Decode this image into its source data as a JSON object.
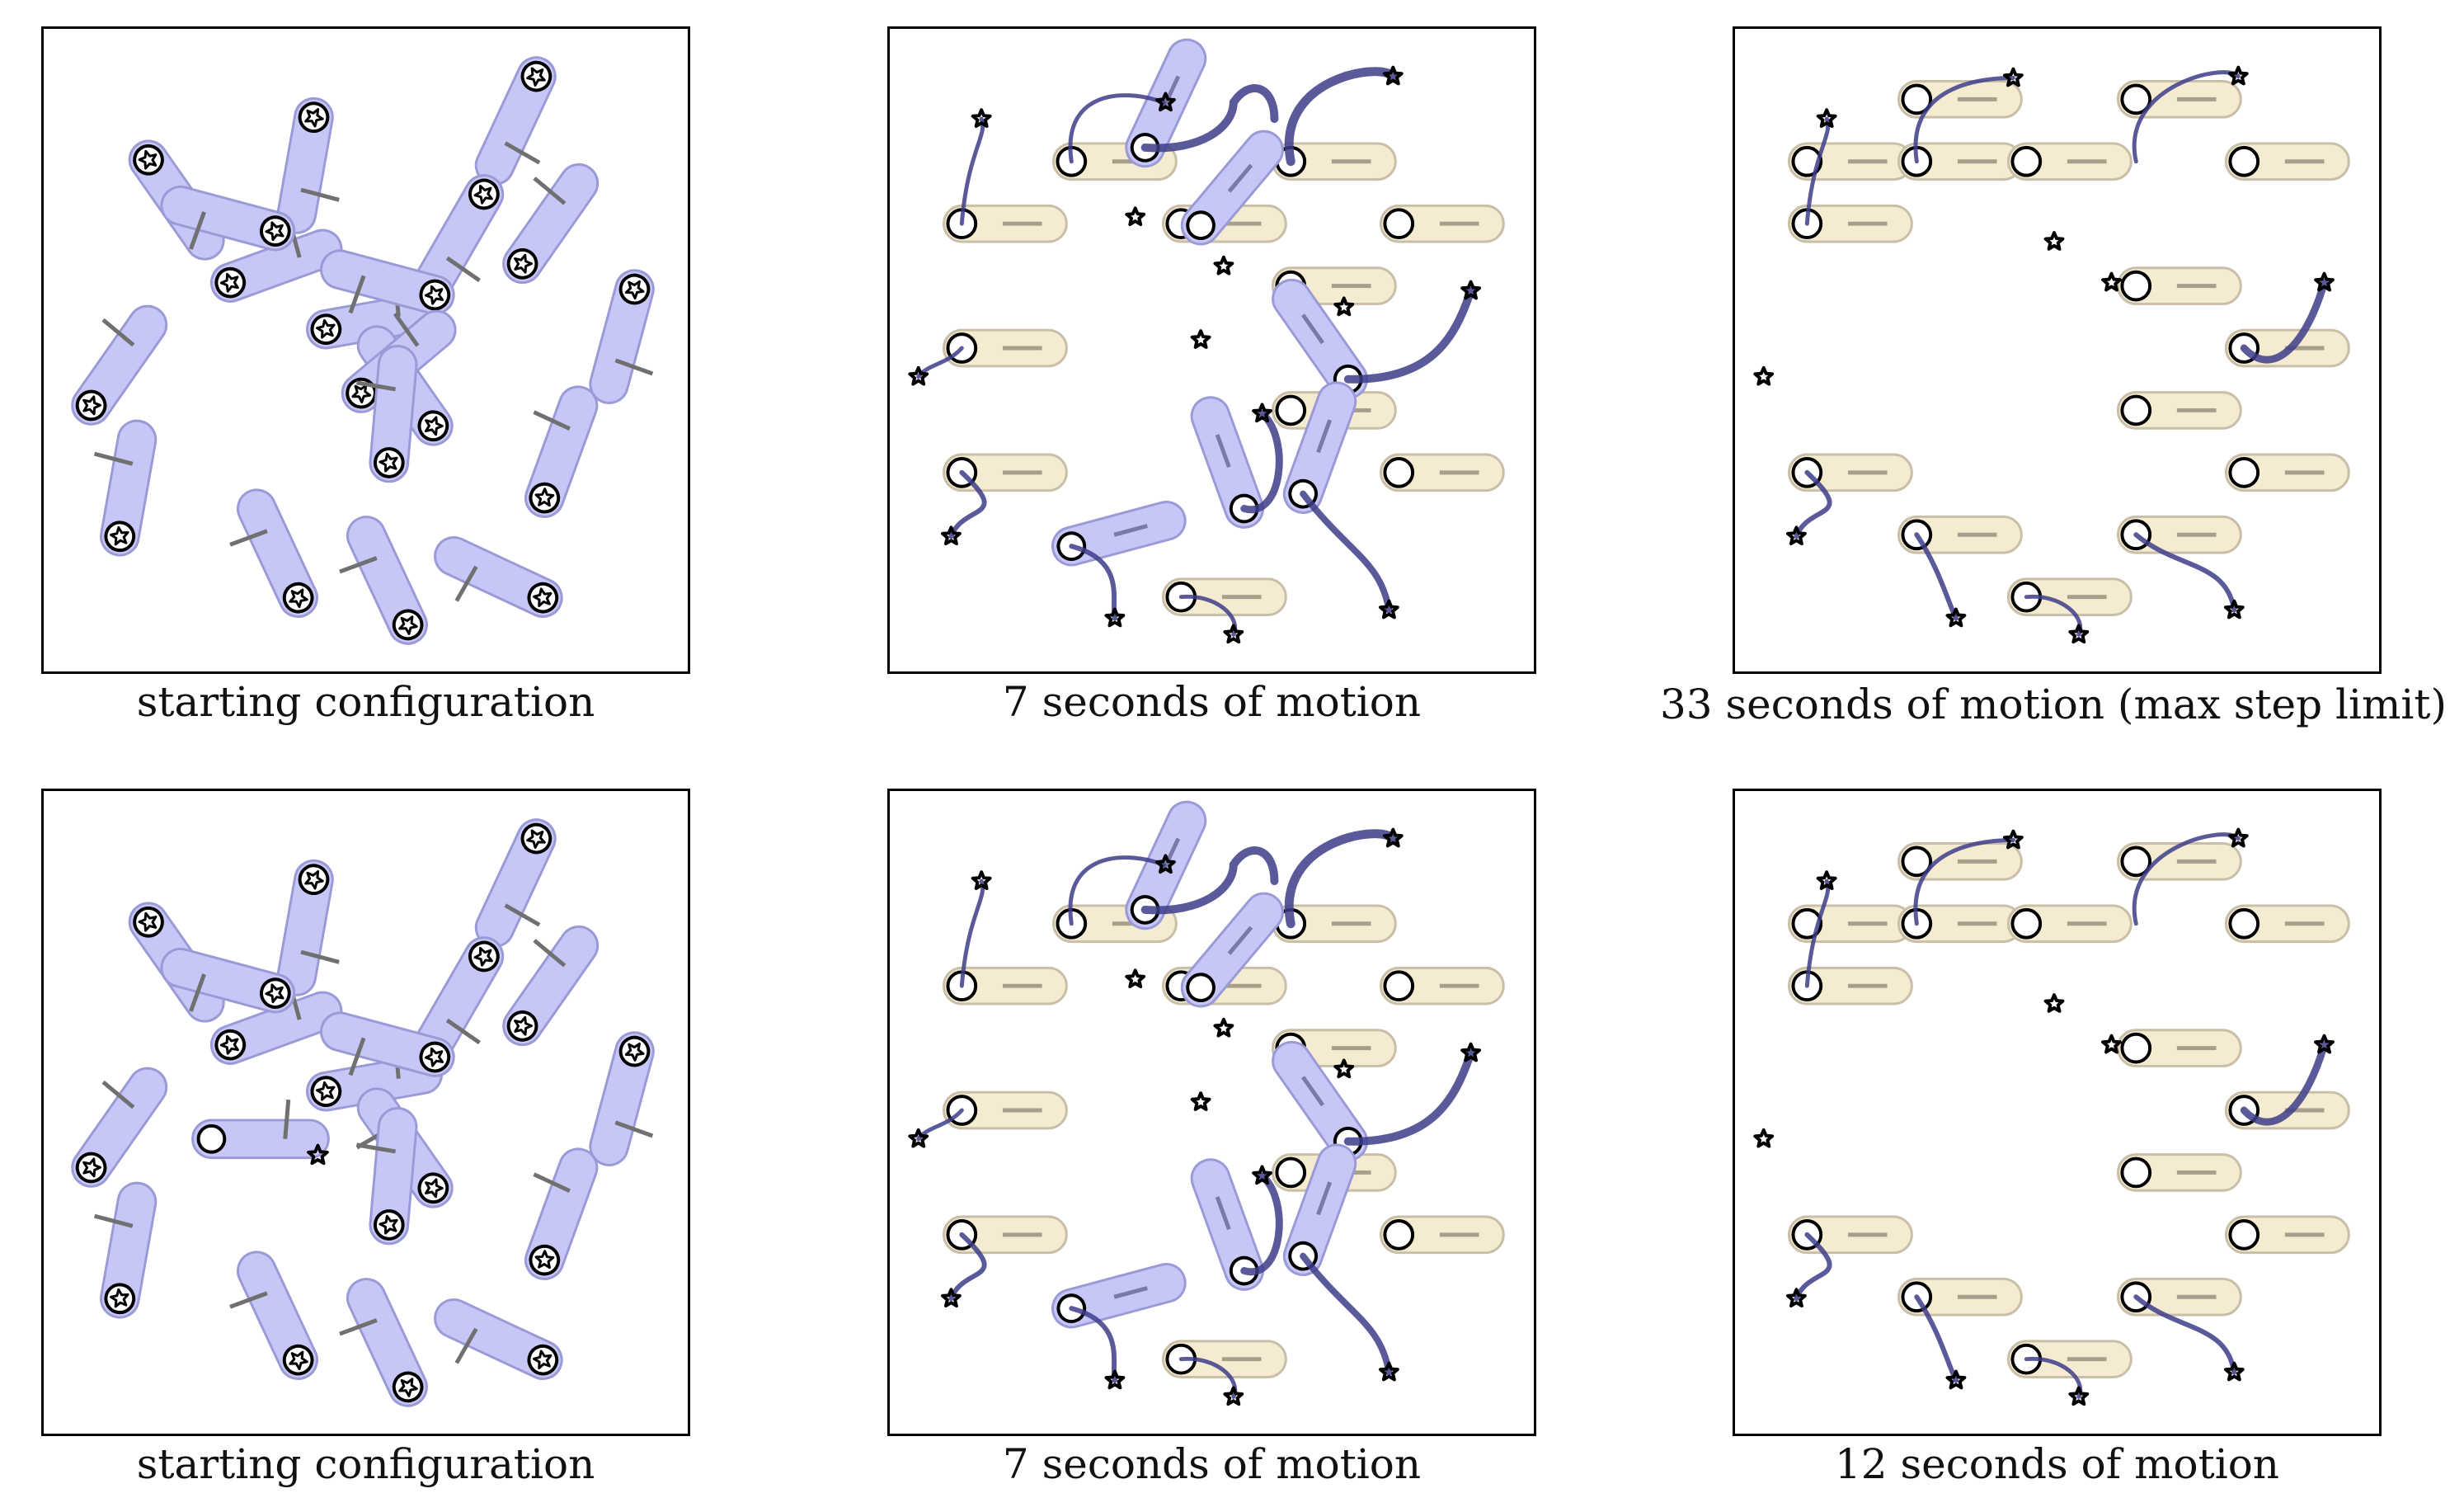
{
  "figure": {
    "rows": [
      {
        "panels": [
          {
            "caption": "starting configuration"
          },
          {
            "caption": "7 seconds of motion"
          },
          {
            "caption": "33 seconds of motion (max step limit)"
          }
        ]
      },
      {
        "panels": [
          {
            "caption": "starting configuration"
          },
          {
            "caption": "7 seconds of motion"
          },
          {
            "caption": "12 seconds of motion"
          }
        ]
      }
    ]
  },
  "colors": {
    "start_capsule": "#c7c7f7",
    "start_capsule_edge": "#9a9ad6",
    "goal_capsule": "#f5ebd0",
    "goal_capsule_edge": "#c9bfa9",
    "goal_marker_line": "#a79e8c",
    "trail": "#3d3d8a",
    "stick": "#707070",
    "star": "#000000"
  }
}
